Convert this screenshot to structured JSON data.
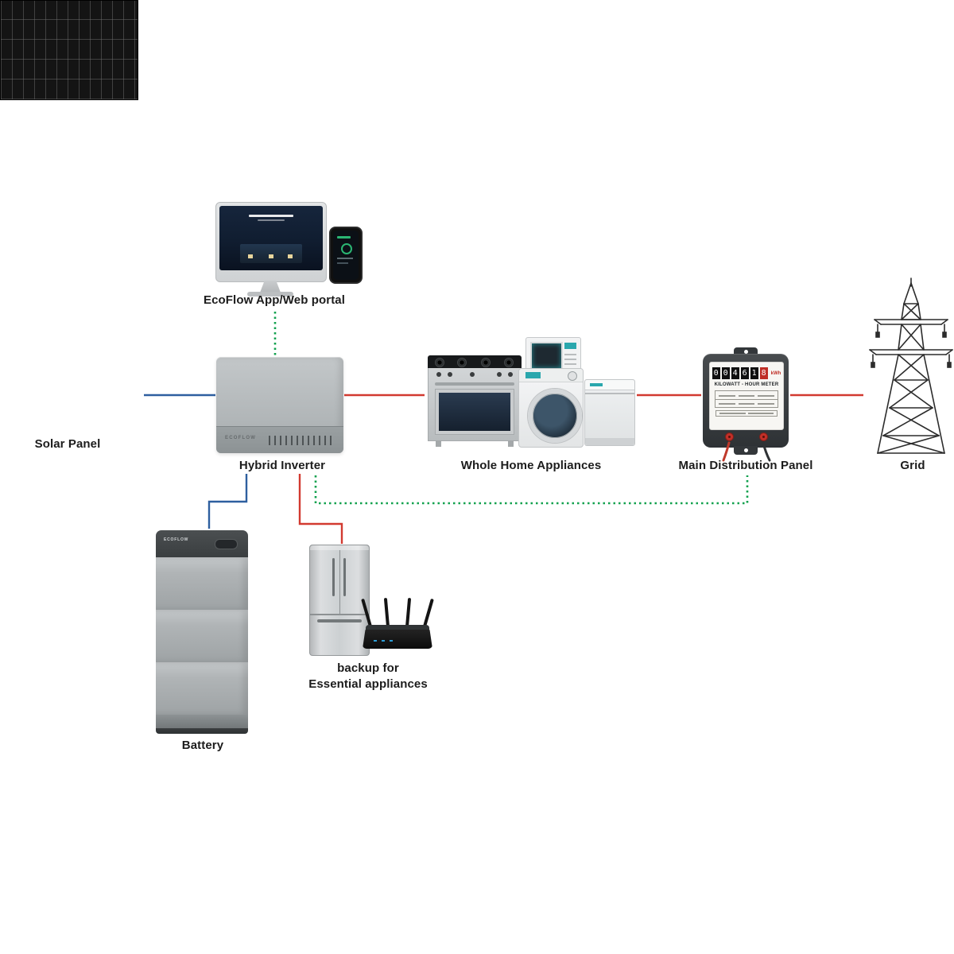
{
  "labels": {
    "solar_panel": "Solar Panel",
    "app_portal": "EcoFlow App/Web portal",
    "inverter": "Hybrid Inverter",
    "appliances": "Whole Home Appliances",
    "meter": "Main Distribution Panel",
    "grid": "Grid",
    "battery": "Battery",
    "backup_line1": "backup for",
    "backup_line2": "Essential appliances"
  },
  "brand": {
    "inverter_logo": "ECOFLOW",
    "battery_logo": "ECOFLOW"
  },
  "meter": {
    "title": "KILOWATT - HOUR METER",
    "digits": [
      "0",
      "0",
      "4",
      "6",
      "1"
    ],
    "digit_red": "8",
    "unit": "kWh"
  },
  "colors": {
    "solar_line": "#2e5f9f",
    "power_line": "#d23a30",
    "data_line": "#11a14e"
  }
}
